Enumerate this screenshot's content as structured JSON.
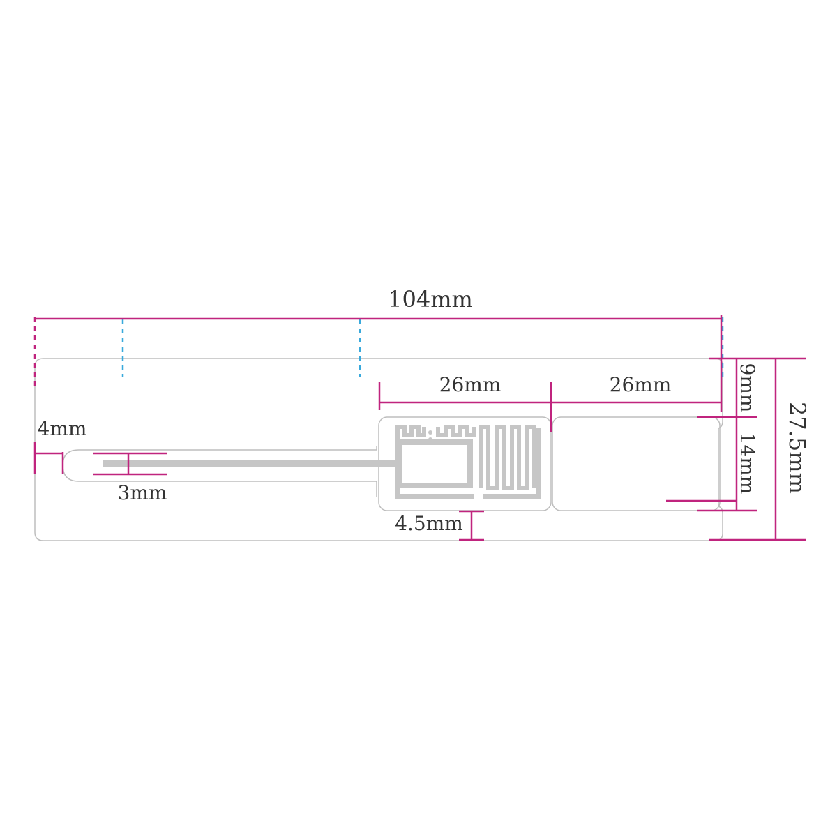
{
  "dimensions": {
    "total_length": "104mm",
    "section_left": "26mm",
    "section_right": "26mm",
    "top_margin": "9mm",
    "tag_height": "14mm",
    "total_height": "27.5mm",
    "left_margin": "4mm",
    "strap_width": "3mm",
    "bottom_margin": "4.5mm"
  },
  "colors": {
    "dimension_lines": "#c0247e",
    "perforations": "#39a9dc",
    "outline": "#bdbdbd",
    "antenna": "#c6c6c6"
  }
}
